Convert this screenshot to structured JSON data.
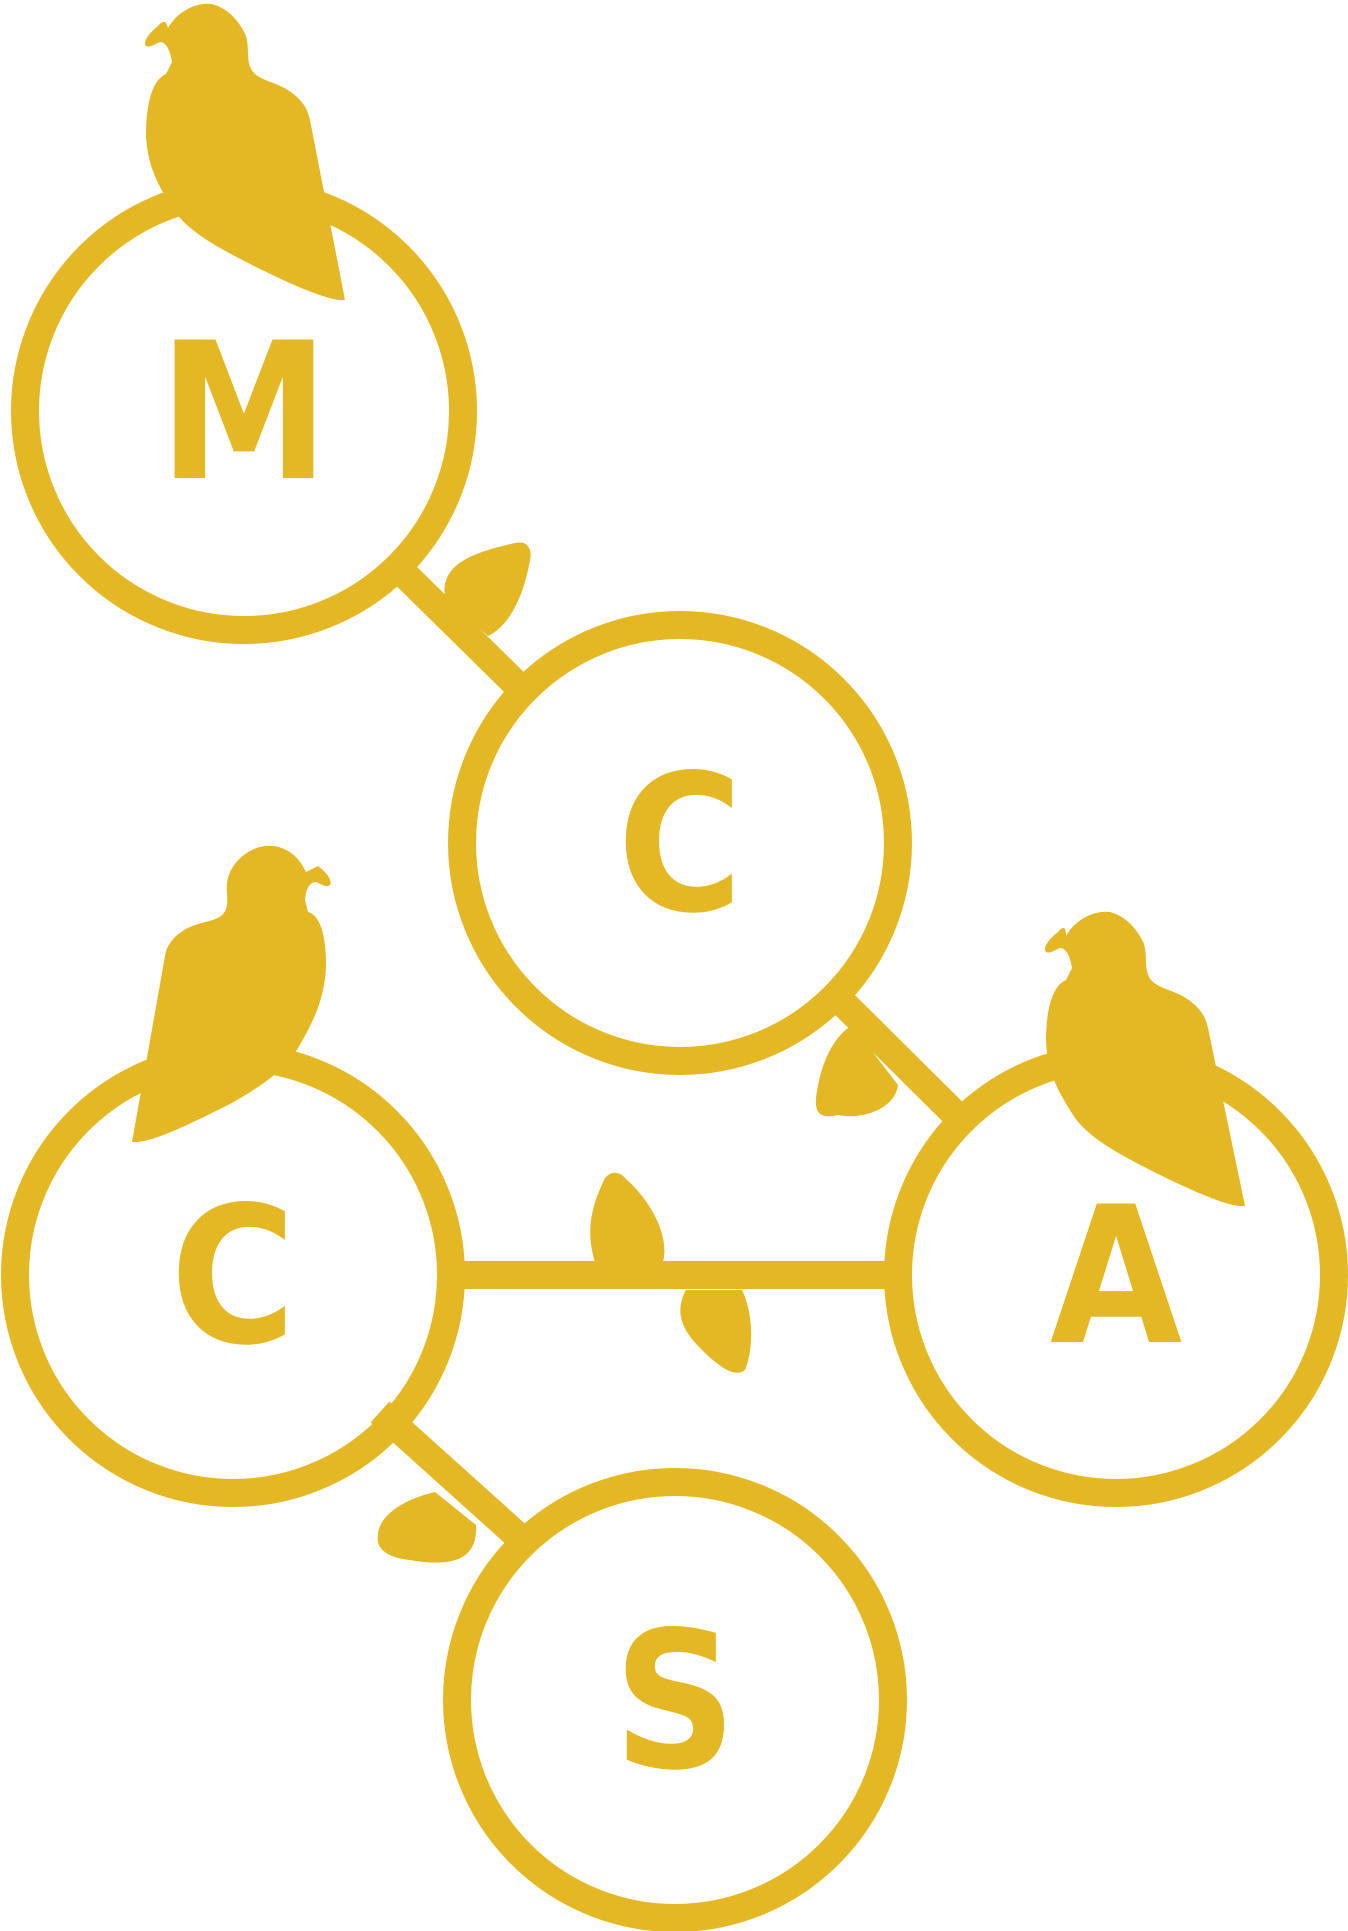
{
  "colors": {
    "brand": "#E4B824",
    "background": "#FFFFFF"
  },
  "nodes": [
    {
      "id": "m",
      "letter": "M"
    },
    {
      "id": "c1",
      "letter": "C"
    },
    {
      "id": "c2",
      "letter": "C"
    },
    {
      "id": "a",
      "letter": "A"
    },
    {
      "id": "s",
      "letter": "S"
    }
  ],
  "decorations": {
    "birds": [
      "bird-icon",
      "bird-icon",
      "bird-icon"
    ],
    "leaves": [
      "leaf-icon",
      "leaf-icon",
      "leaf-icon",
      "leaf-icon",
      "leaf-icon"
    ]
  }
}
